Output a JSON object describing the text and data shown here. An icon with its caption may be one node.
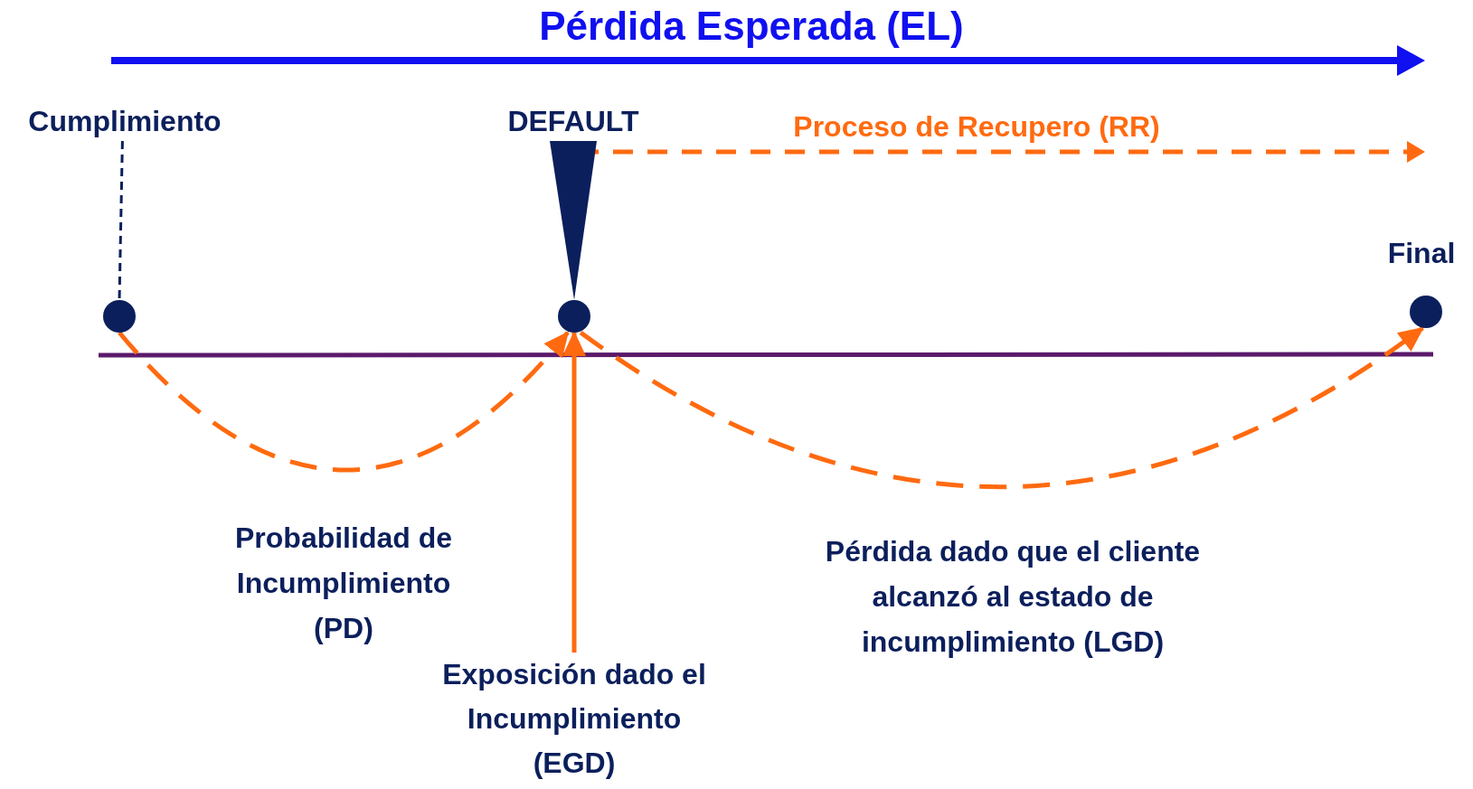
{
  "diagram": {
    "title": "Pérdida Esperada (EL)",
    "nodes": [
      {
        "text": [
          "Cumplimiento"
        ]
      },
      {
        "text": [],
        "shape": "circle"
      },
      {
        "text": [
          "DEFAULT"
        ]
      },
      {
        "text": [],
        "shape": "circle"
      },
      {
        "text": [
          "Final"
        ]
      },
      {
        "text": [],
        "shape": "circle"
      },
      {
        "text": [
          "Exposición dado el Incumplimiento (EGD)"
        ]
      }
    ],
    "edges": [
      {
        "from": 0,
        "to": 1,
        "arrow": "none",
        "style": "dashed",
        "color": "#0b1f5c"
      },
      {
        "from": 2,
        "to": 3,
        "arrow": "to",
        "style": "thick",
        "color": "#0b1f5c"
      },
      {
        "from": 1,
        "to": 3,
        "arrow": "to",
        "style": "dashed"
      },
      {
        "from": 3,
        "to": 5,
        "arrow": "to",
        "style": "dashed"
      },
      {
        "from": 6,
        "to": 3,
        "arrow": "to"
      }
    ],
    "labels": [
      "Proceso de Recupero (RR)",
      "Probabilidad de Incumplimiento (PD)",
      "Pérdida dado que el cliente alcanzó al estado de incumplimiento (LGD)"
    ]
  }
}
